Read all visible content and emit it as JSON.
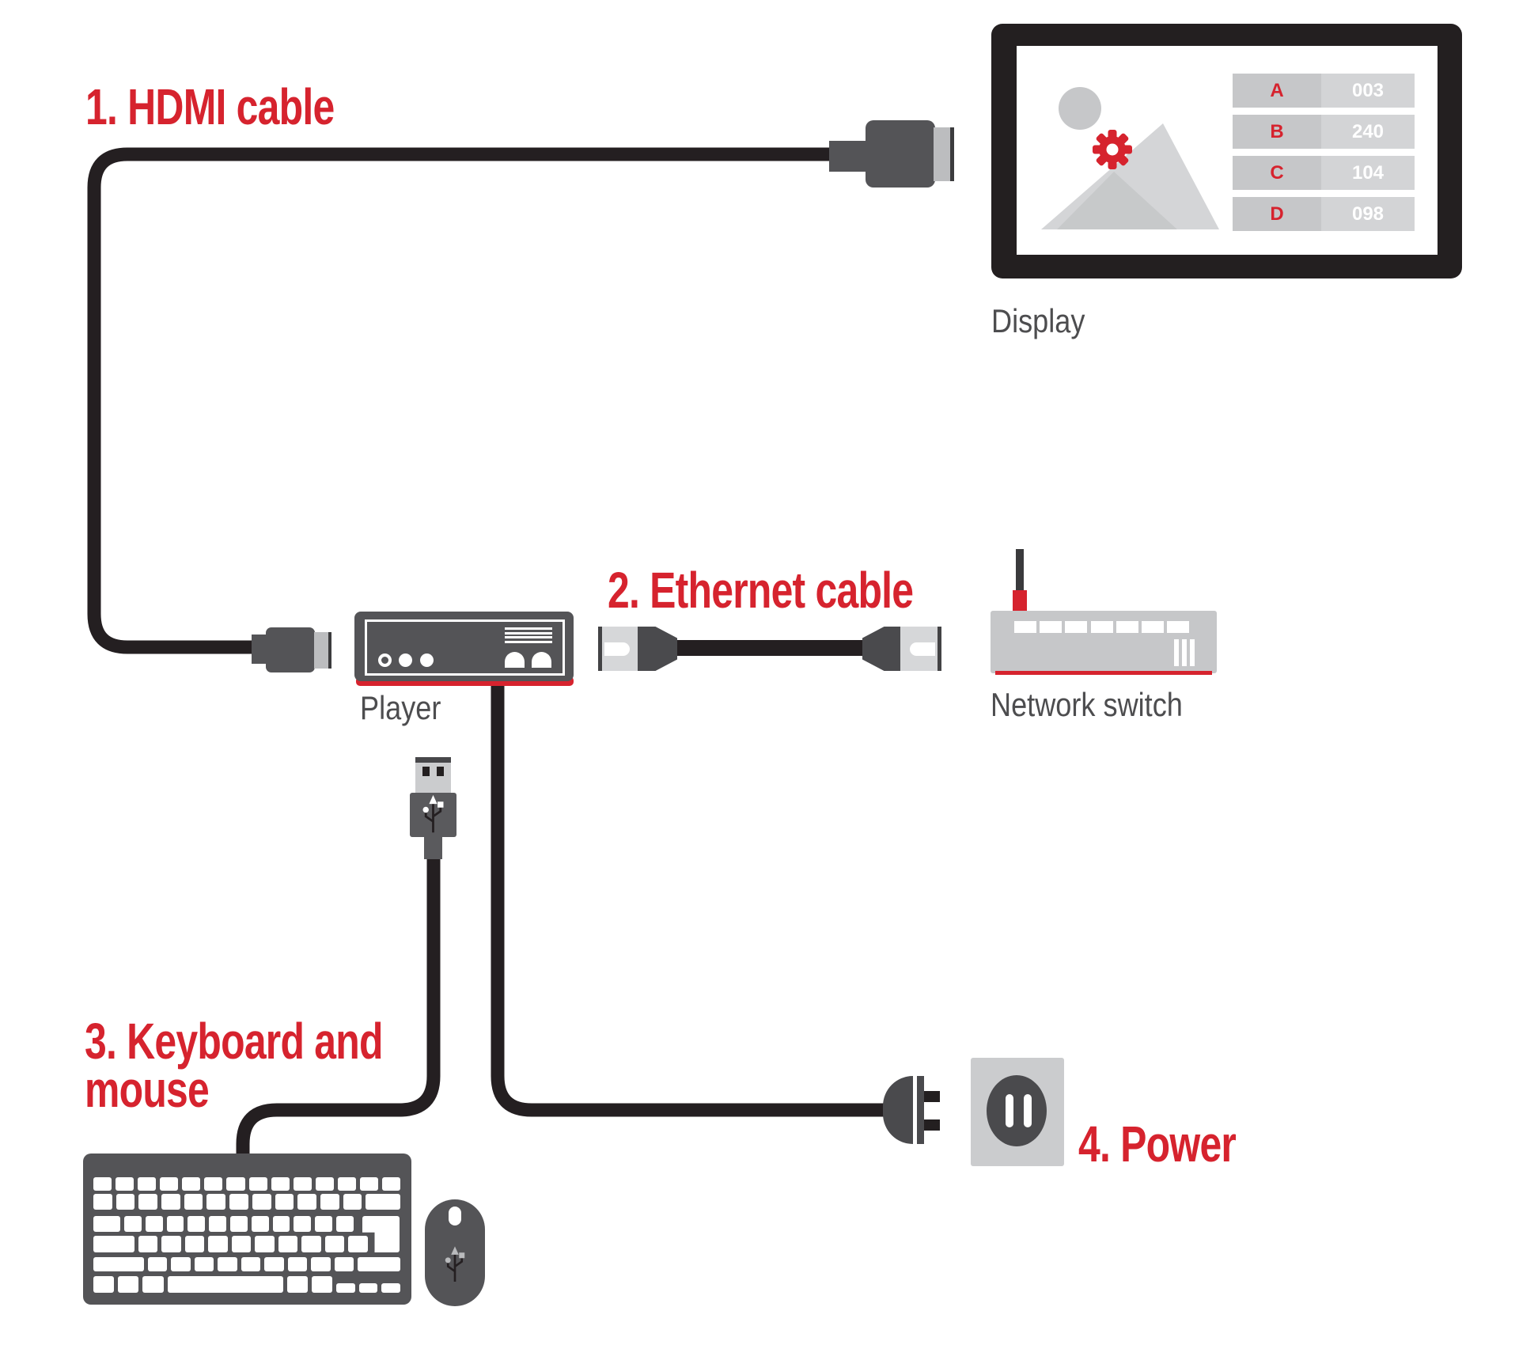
{
  "diagram": {
    "steps": [
      {
        "id": 1,
        "label": "1. HDMI cable"
      },
      {
        "id": 2,
        "label": "2. Ethernet cable"
      },
      {
        "id": 3,
        "label": "3. Keyboard and mouse"
      },
      {
        "id": 4,
        "label": "4. Power"
      }
    ],
    "devices": {
      "display": {
        "label": "Display",
        "table": {
          "rows": [
            {
              "key": "A",
              "value": "003"
            },
            {
              "key": "B",
              "value": "240"
            },
            {
              "key": "C",
              "value": "104"
            },
            {
              "key": "D",
              "value": "098"
            }
          ]
        }
      },
      "player": {
        "label": "Player"
      },
      "network_switch": {
        "label": "Network switch"
      }
    },
    "icons": {
      "gear-icon": "⚙",
      "usb-trident-icon": "⑂",
      "antenna-icon": "ᛙ",
      "scroll-wheel-icon": "▯",
      "image-placeholder-icon": "🖼"
    },
    "colors": {
      "accent_red": "#d6232e",
      "cable_black": "#241f21",
      "device_gray": "#545457",
      "connector_dark_gray": "#4a4a4d",
      "panel_light_gray": "#c6c7c9",
      "panel_lighter_gray": "#d3d4d6",
      "label_gray": "#4d4d4f"
    }
  }
}
